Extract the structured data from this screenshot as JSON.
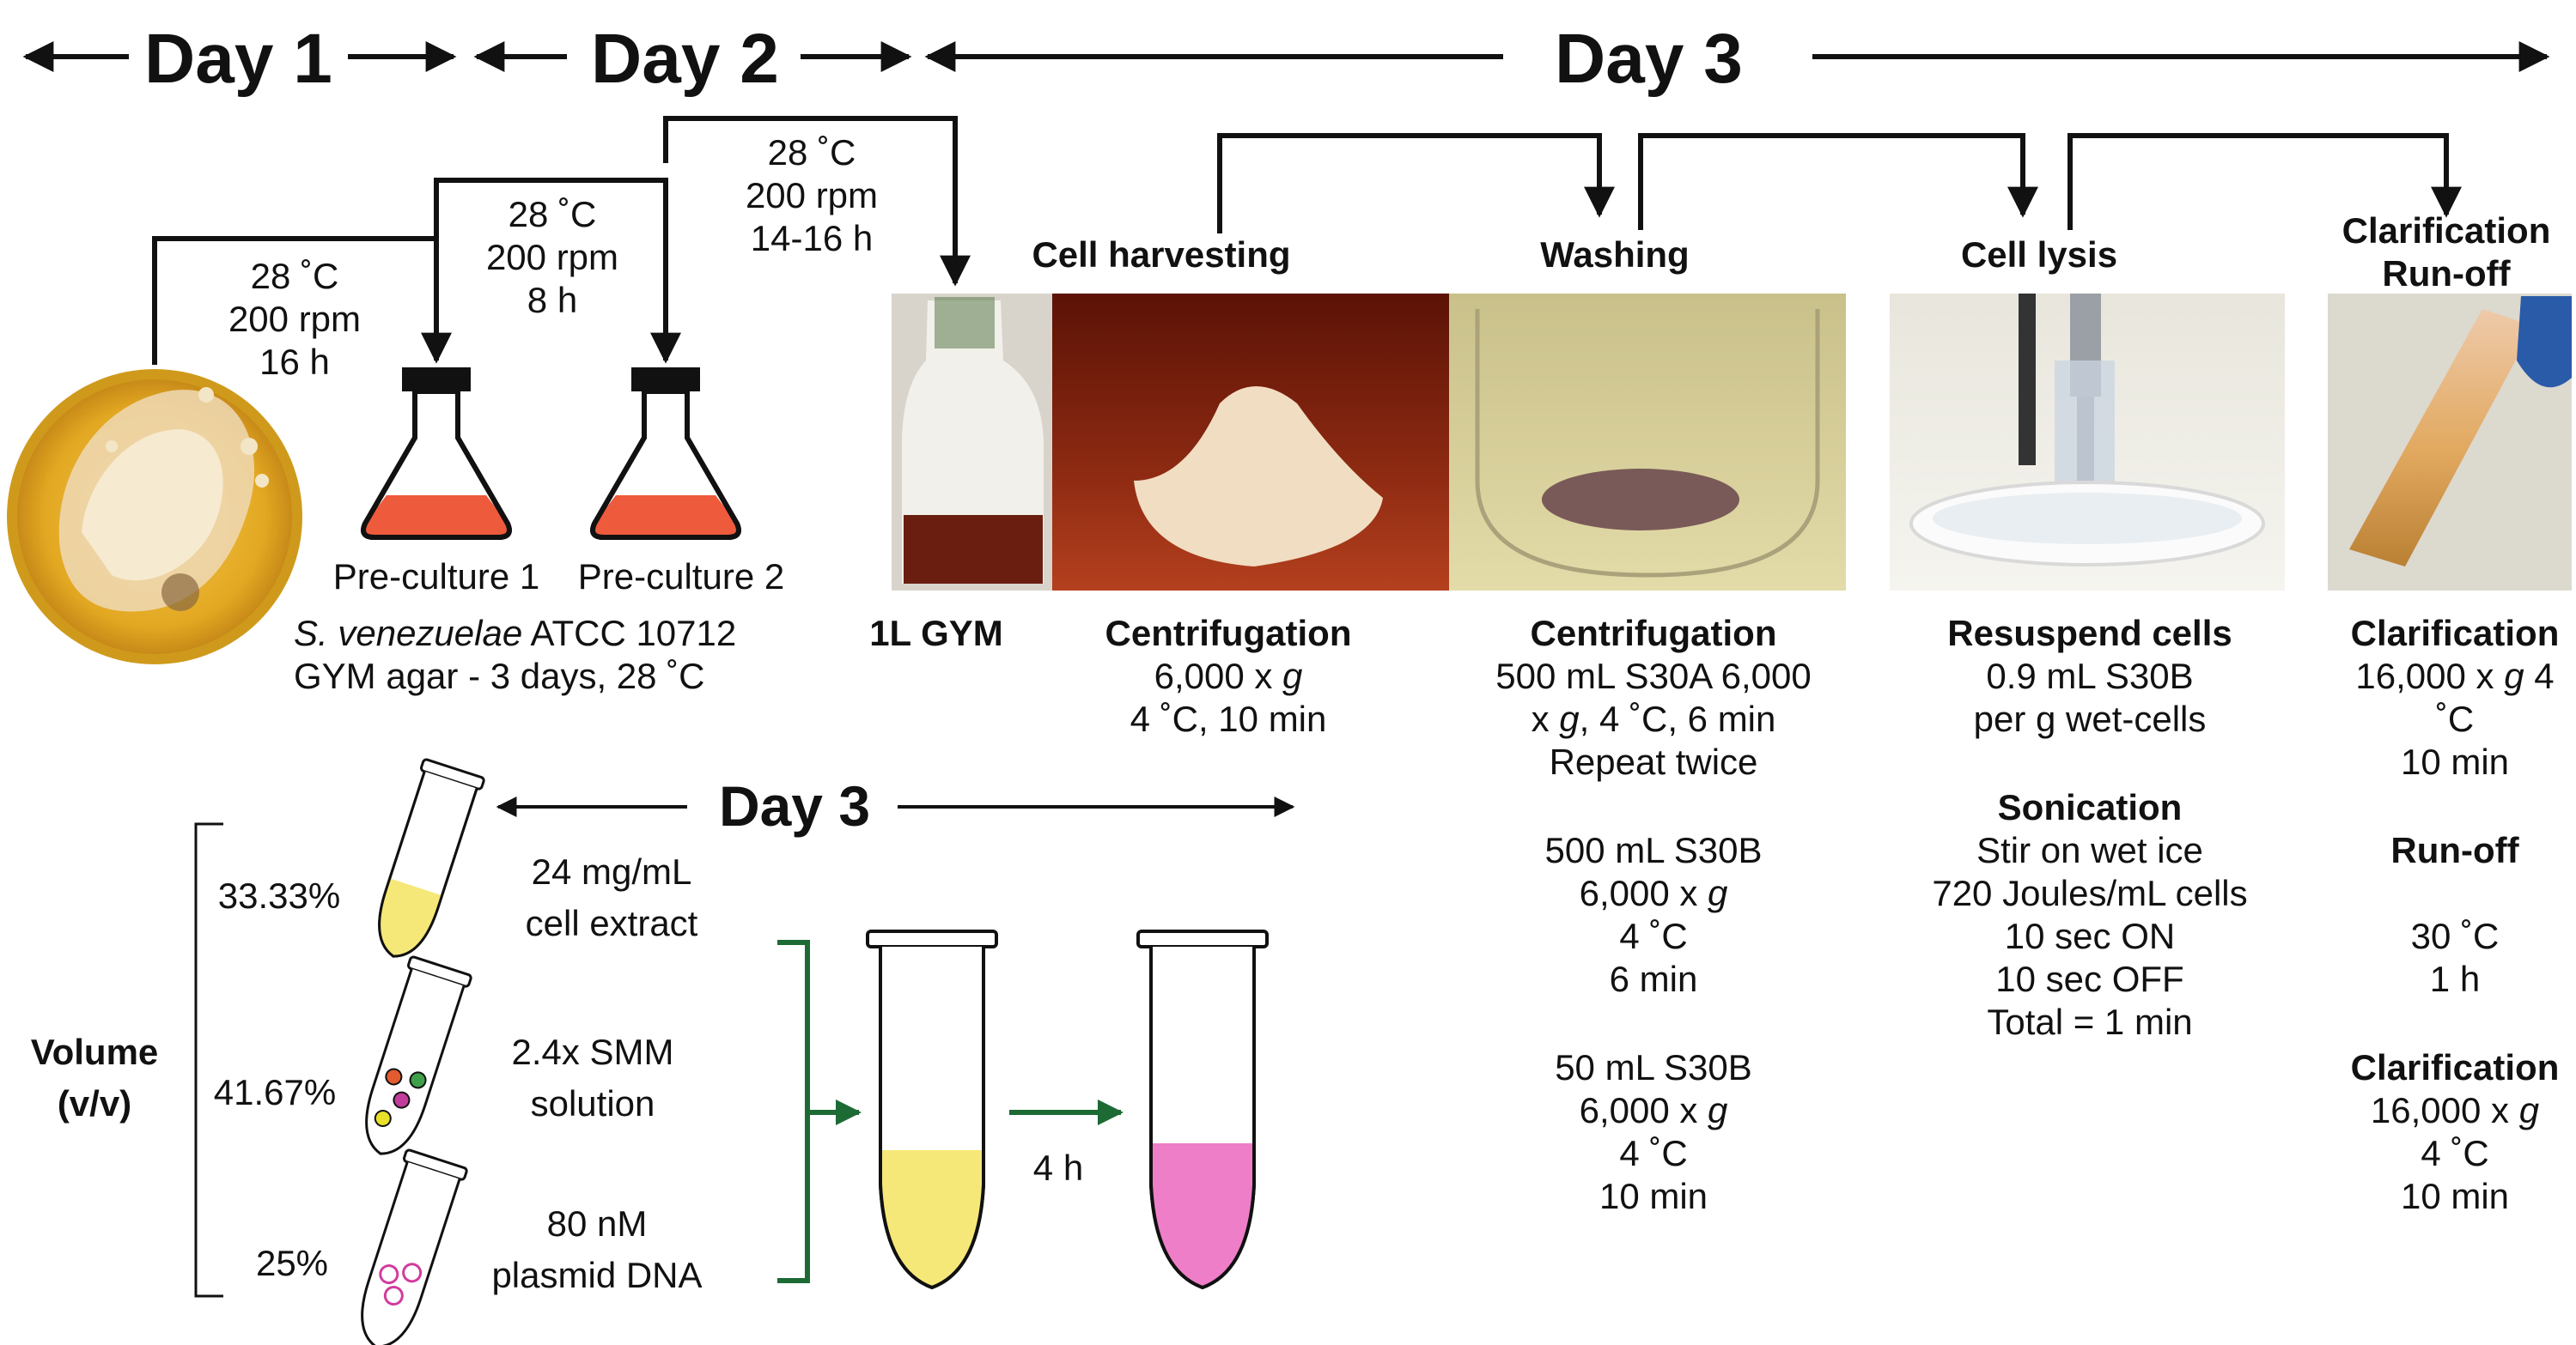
{
  "timeline": {
    "day1": "Day 1",
    "day2": "Day 2",
    "day3": "Day 3"
  },
  "culture": {
    "step1_temp": "28 ˚C",
    "step1_speed": "200 rpm",
    "step1_time": "16 h",
    "step2_temp": "28 ˚C",
    "step2_speed": "200 rpm",
    "step2_time": "8 h",
    "step3_temp": "28 ˚C",
    "step3_speed": "200 rpm",
    "step3_time": "14-16 h",
    "preculture1": "Pre-culture 1",
    "preculture2": "Pre-culture 2",
    "strain_species": "S. venezuelae",
    "strain_id": " ATCC 10712",
    "plate_info": "GYM agar - 3 days, 28 ˚C"
  },
  "stages": {
    "harvesting": "Cell harvesting",
    "washing": "Washing",
    "lysis": "Cell lysis",
    "clarification": "Clarification",
    "runoff": "Run-off"
  },
  "harvest": {
    "gym": "1L GYM",
    "centrifugation": "Centrifugation",
    "speed_value": "6,000 x ",
    "g": "g",
    "conditions": "4 ˚C, 10 min"
  },
  "washing": {
    "centrifugation": "Centrifugation",
    "line1": "500 mL S30A 6,000",
    "line2_a": "x ",
    "g": "g",
    "line2_b": ", 4 ˚C, 6 min",
    "line3": "Repeat twice",
    "b1_line1": "500 mL S30B",
    "b1_line2": "6,000 x ",
    "b1_line3": "4 ˚C",
    "b1_line4": "6 min",
    "b2_line1": "50 mL S30B",
    "b2_line2": "6,000 x ",
    "b2_line3": "4 ˚C",
    "b2_line4": "10 min"
  },
  "lysis": {
    "resuspend": "Resuspend cells",
    "r_line1": "0.9 mL S30B",
    "r_line2": "per g wet-cells",
    "sonication": "Sonication",
    "s_line1": "Stir on wet ice",
    "s_line2": "720 Joules/mL cells",
    "s_line3": "10 sec ON",
    "s_line4": "10 sec OFF",
    "s_line5": "Total = 1 min"
  },
  "clarify": {
    "title1": "Clarification",
    "c1_line1": "16,000 x ",
    "g": "g",
    "c1_line1b": " 4",
    "c1_line2": "˚C",
    "c1_line3": "10 min",
    "runoff": "Run-off",
    "r_line1": "30 ˚C",
    "r_line2": "1 h",
    "title2": "Clarification",
    "c2_line1": "16,000 x ",
    "c2_line2": "4 ˚C",
    "c2_line3": "10 min"
  },
  "reaction": {
    "day": "Day 3",
    "volume_label_1": "Volume",
    "volume_label_2": "(v/v)",
    "pct1": "33.33%",
    "pct2": "41.67%",
    "pct3": "25%",
    "comp1_line1": "24 mg/mL",
    "comp1_line2": "cell extract",
    "comp2_line1": "2.4x SMM",
    "comp2_line2": "solution",
    "comp3_line1": "80 nM",
    "comp3_line2": "plasmid DNA",
    "incubation": "4 h"
  },
  "colors": {
    "flask_liquid": "#ee5a3c",
    "extract_yellow": "#f6e878",
    "product_pink": "#ef7ec8",
    "arrow_green": "#1d6a35"
  }
}
